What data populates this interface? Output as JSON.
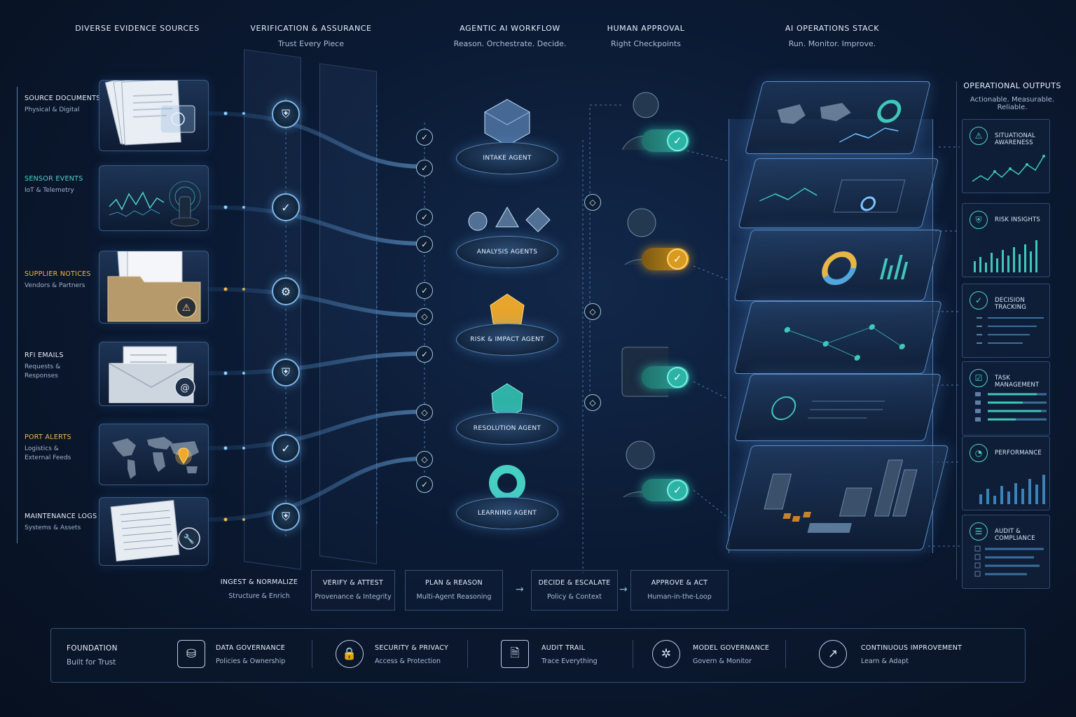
{
  "headers": {
    "sources": {
      "title": "DIVERSE EVIDENCE SOURCES"
    },
    "verification": {
      "title": "VERIFICATION & ASSURANCE",
      "subtitle": "Trust Every Piece"
    },
    "workflow": {
      "title": "AGENTIC AI WORKFLOW",
      "subtitle": "Reason. Orchestrate. Decide."
    },
    "human": {
      "title": "HUMAN APPROVAL",
      "subtitle": "Right Checkpoints"
    },
    "stack": {
      "title": "AI OPERATIONS STACK",
      "subtitle": "Run. Monitor. Improve."
    }
  },
  "sources": [
    {
      "title": "SOURCE DOCUMENTS",
      "subtitle": "Physical & Digital",
      "color": "white",
      "icon": "document-stack-icon"
    },
    {
      "title": "SENSOR EVENTS",
      "subtitle": "IoT & Telemetry",
      "color": "teal",
      "icon": "sensor-chart-icon"
    },
    {
      "title": "SUPPLIER NOTICES",
      "subtitle": "Vendors & Partners",
      "color": "gold",
      "icon": "folder-warning-icon"
    },
    {
      "title": "RFI EMAILS",
      "subtitle": "Requests &\nResponses",
      "color": "white",
      "icon": "email-icon"
    },
    {
      "title": "PORT ALERTS",
      "subtitle": "Logistics &\nExternal Feeds",
      "color": "gold",
      "icon": "world-map-icon"
    },
    {
      "title": "MAINTENANCE LOGS",
      "subtitle": "Systems & Assets",
      "color": "white",
      "icon": "wrench-log-icon"
    }
  ],
  "agents": [
    {
      "label": "INTAKE AGENT",
      "color": "#9cc8ef"
    },
    {
      "label": "ANALYSIS AGENTS",
      "color": "#9cc8ef"
    },
    {
      "label": "RISK & IMPACT AGENT",
      "color": "#f2b94a"
    },
    {
      "label": "RESOLUTION AGENT",
      "color": "#3fc7ba"
    },
    {
      "label": "LEARNING AGENT",
      "color": "#3fc7ba"
    }
  ],
  "outputs": {
    "title": "OPERATIONAL OUTPUTS",
    "subtitle": "Actionable. Measurable. Reliable.",
    "items": [
      {
        "label": "SITUATIONAL AWARENESS",
        "icon": "warning-triangle-icon",
        "viz": "line"
      },
      {
        "label": "RISK INSIGHTS",
        "icon": "shield-check-icon",
        "viz": "bars"
      },
      {
        "label": "DECISION TRACKING",
        "icon": "check-circle-icon",
        "viz": "list"
      },
      {
        "label": "TASK MANAGEMENT",
        "icon": "clipboard-check-icon",
        "viz": "list"
      },
      {
        "label": "PERFORMANCE",
        "icon": "gauge-icon",
        "viz": "bars"
      },
      {
        "label": "AUDIT & COMPLIANCE",
        "icon": "document-list-icon",
        "viz": "list"
      }
    ]
  },
  "steps": [
    {
      "title": "INGEST & NORMALIZE",
      "subtitle": "Structure & Enrich"
    },
    {
      "title": "VERIFY & ATTEST",
      "subtitle": "Provenance & Integrity"
    },
    {
      "title": "PLAN & REASON",
      "subtitle": "Multi-Agent Reasoning"
    },
    {
      "title": "DECIDE & ESCALATE",
      "subtitle": "Policy & Context"
    },
    {
      "title": "APPROVE & ACT",
      "subtitle": "Human-in-the-Loop"
    }
  ],
  "foundation": {
    "title": "FOUNDATION",
    "subtitle": "Built for Trust",
    "items": [
      {
        "title": "DATA GOVERNANCE",
        "subtitle": "Policies & Ownership",
        "icon": "database-icon"
      },
      {
        "title": "SECURITY & PRIVACY",
        "subtitle": "Access & Protection",
        "icon": "lock-icon"
      },
      {
        "title": "AUDIT TRAIL",
        "subtitle": "Trace Everything",
        "icon": "document-trail-icon"
      },
      {
        "title": "MODEL GOVERNANCE",
        "subtitle": "Govern & Monitor",
        "icon": "network-nodes-icon"
      },
      {
        "title": "CONTINUOUS IMPROVEMENT",
        "subtitle": "Learn & Adapt",
        "icon": "growth-chart-icon"
      }
    ]
  },
  "colors": {
    "teal": "#4fd3c8",
    "gold": "#f2b94a",
    "blue": "#7fb6e8",
    "background": "#0b1a33"
  }
}
